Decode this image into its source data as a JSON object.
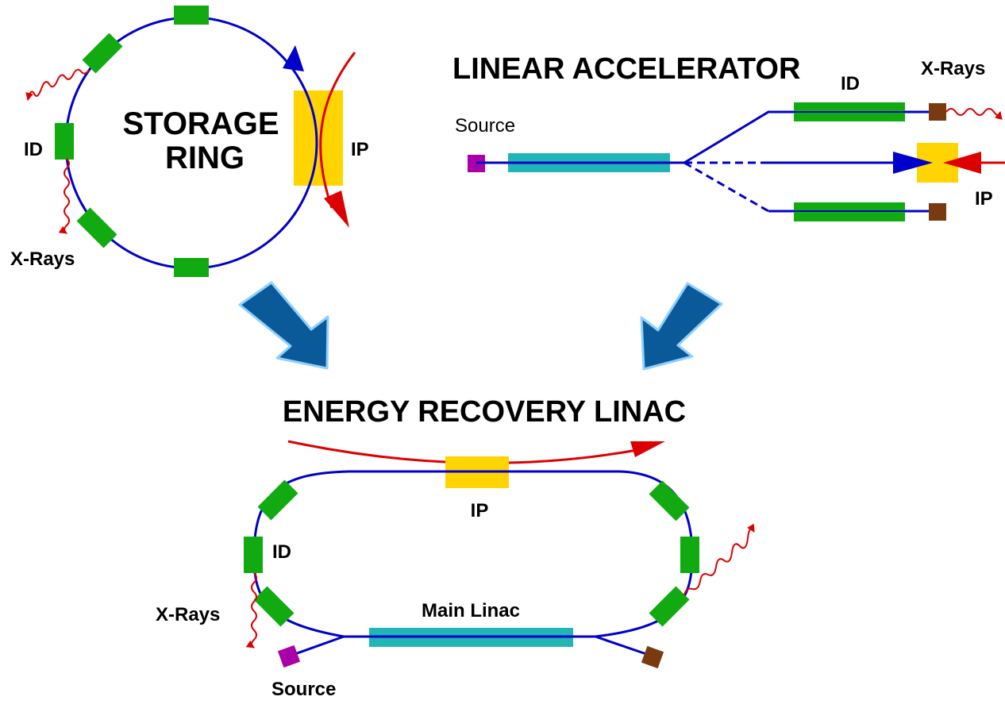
{
  "storage_ring": {
    "title_line1": "STORAGE",
    "title_line2": "RING",
    "id_label": "ID",
    "ip_label": "IP",
    "xrays_label": "X-Rays"
  },
  "linear_accelerator": {
    "title": "LINEAR ACCELERATOR",
    "source_label": "Source",
    "id_label": "ID",
    "xrays_label": "X-Rays",
    "ip_label": "IP"
  },
  "energy_recovery_linac": {
    "title": "ENERGY RECOVERY LINAC",
    "ip_label": "IP",
    "id_label": "ID",
    "xrays_label": "X-Rays",
    "main_linac_label": "Main Linac",
    "source_label": "Source"
  },
  "colors": {
    "beam": "#0000cc",
    "photon": "#dd0000",
    "insertion_device": "#11aa11",
    "interaction_point": "#ffd400",
    "linac": "#22b5b5",
    "source": "#aa00aa",
    "dump": "#7a3a10",
    "big_arrow": "#0a5a9a",
    "big_arrow_edge": "#8fd0ff"
  }
}
